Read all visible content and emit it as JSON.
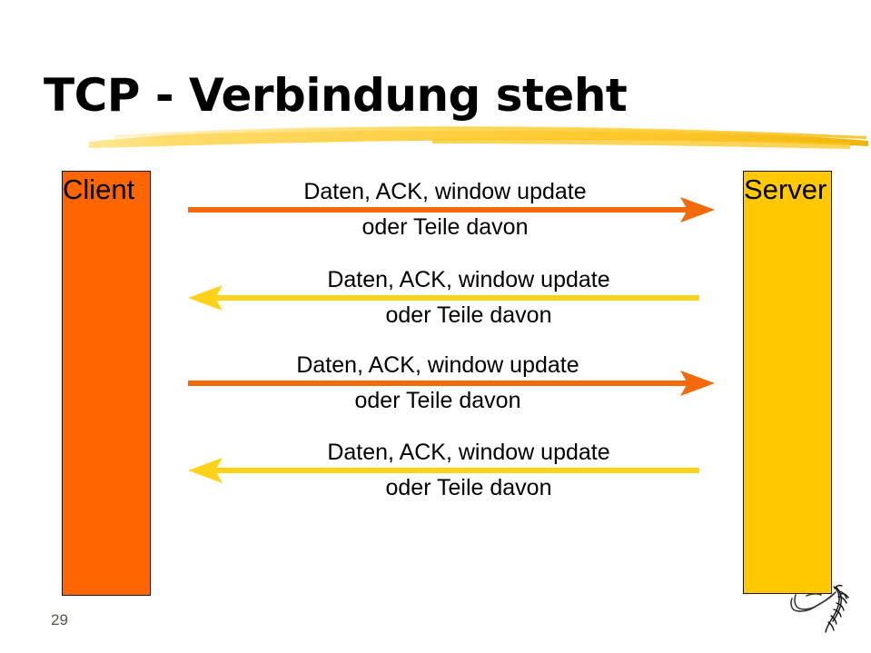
{
  "slide": {
    "title": "TCP - Verbindung steht",
    "page_number": "29",
    "background_color": "#FFFFFF",
    "title_color": "#000000",
    "brush_color": "#FFCC33"
  },
  "lifelines": {
    "left": {
      "label": "Client",
      "color": "#FF6600",
      "border_color": "#1A1A1A"
    },
    "right": {
      "label": "Server",
      "color": "#FFC800",
      "border_color": "#1A1A1A"
    }
  },
  "messages": [
    {
      "line1": "Daten, ACK, window update",
      "line2": "oder Teile davon",
      "direction": "right",
      "color": "#F4690A"
    },
    {
      "line1": "Daten, ACK, window update",
      "line2": "oder Teile davon",
      "direction": "left",
      "color": "#FFD21A"
    },
    {
      "line1": "Daten, ACK, window update",
      "line2": "oder Teile davon",
      "direction": "right",
      "color": "#F4690A"
    },
    {
      "line1": "Daten, ACK, window update",
      "line2": "oder Teile davon",
      "direction": "left",
      "color": "#FFD21A"
    }
  ],
  "decorations": {
    "corner_doodle": "hand-sketch-icon"
  }
}
